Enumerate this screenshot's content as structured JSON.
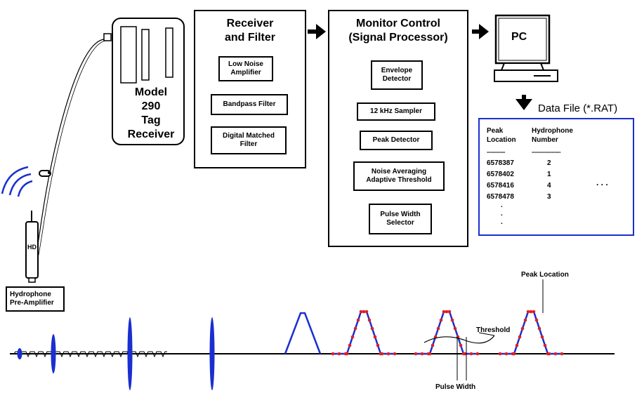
{
  "tag_receiver": {
    "label_lines": [
      "Model",
      "290",
      "Tag",
      "Receiver"
    ]
  },
  "receiver_filter": {
    "title_lines": [
      "Receiver",
      "and Filter"
    ],
    "components": [
      [
        "Low Noise",
        "Amplifier"
      ],
      [
        "Bandpass Filter"
      ],
      [
        "Digital Matched",
        "Filter"
      ]
    ]
  },
  "monitor_control": {
    "title_lines": [
      "Monitor Control",
      "(Signal Processor)"
    ],
    "components": [
      [
        "Envelope",
        "Detector"
      ],
      [
        "12 kHz Sampler"
      ],
      [
        "Peak Detector"
      ],
      [
        "Noise Averaging",
        "Adaptive Threshold"
      ],
      [
        "Pulse Width",
        "Selector"
      ]
    ]
  },
  "pc": {
    "label": "PC"
  },
  "data_file": {
    "title": "Data File (*.RAT)",
    "headers": [
      [
        "Peak",
        "Location"
      ],
      [
        "Hydrophone",
        "Number"
      ]
    ],
    "separators": [
      "------------",
      "-------------------"
    ],
    "rows": [
      [
        "6578387",
        "2"
      ],
      [
        "6578402",
        "1"
      ],
      [
        "6578416",
        "4"
      ],
      [
        "6578478",
        "3"
      ]
    ],
    "continuation_dots": [
      ".",
      ".",
      "."
    ],
    "ellipsis": ". . ."
  },
  "hydrophone": {
    "tag": "HD",
    "label_lines": [
      "Hydrophone",
      "Pre-Amplifier"
    ]
  },
  "waveform_labels": {
    "threshold": "Threshold",
    "pulse_width": "Pulse Width",
    "peak_location": "Peak Location"
  },
  "colors": {
    "signal": "#1a2fd0",
    "sample_dots": "#e02020",
    "line": "#000000"
  }
}
